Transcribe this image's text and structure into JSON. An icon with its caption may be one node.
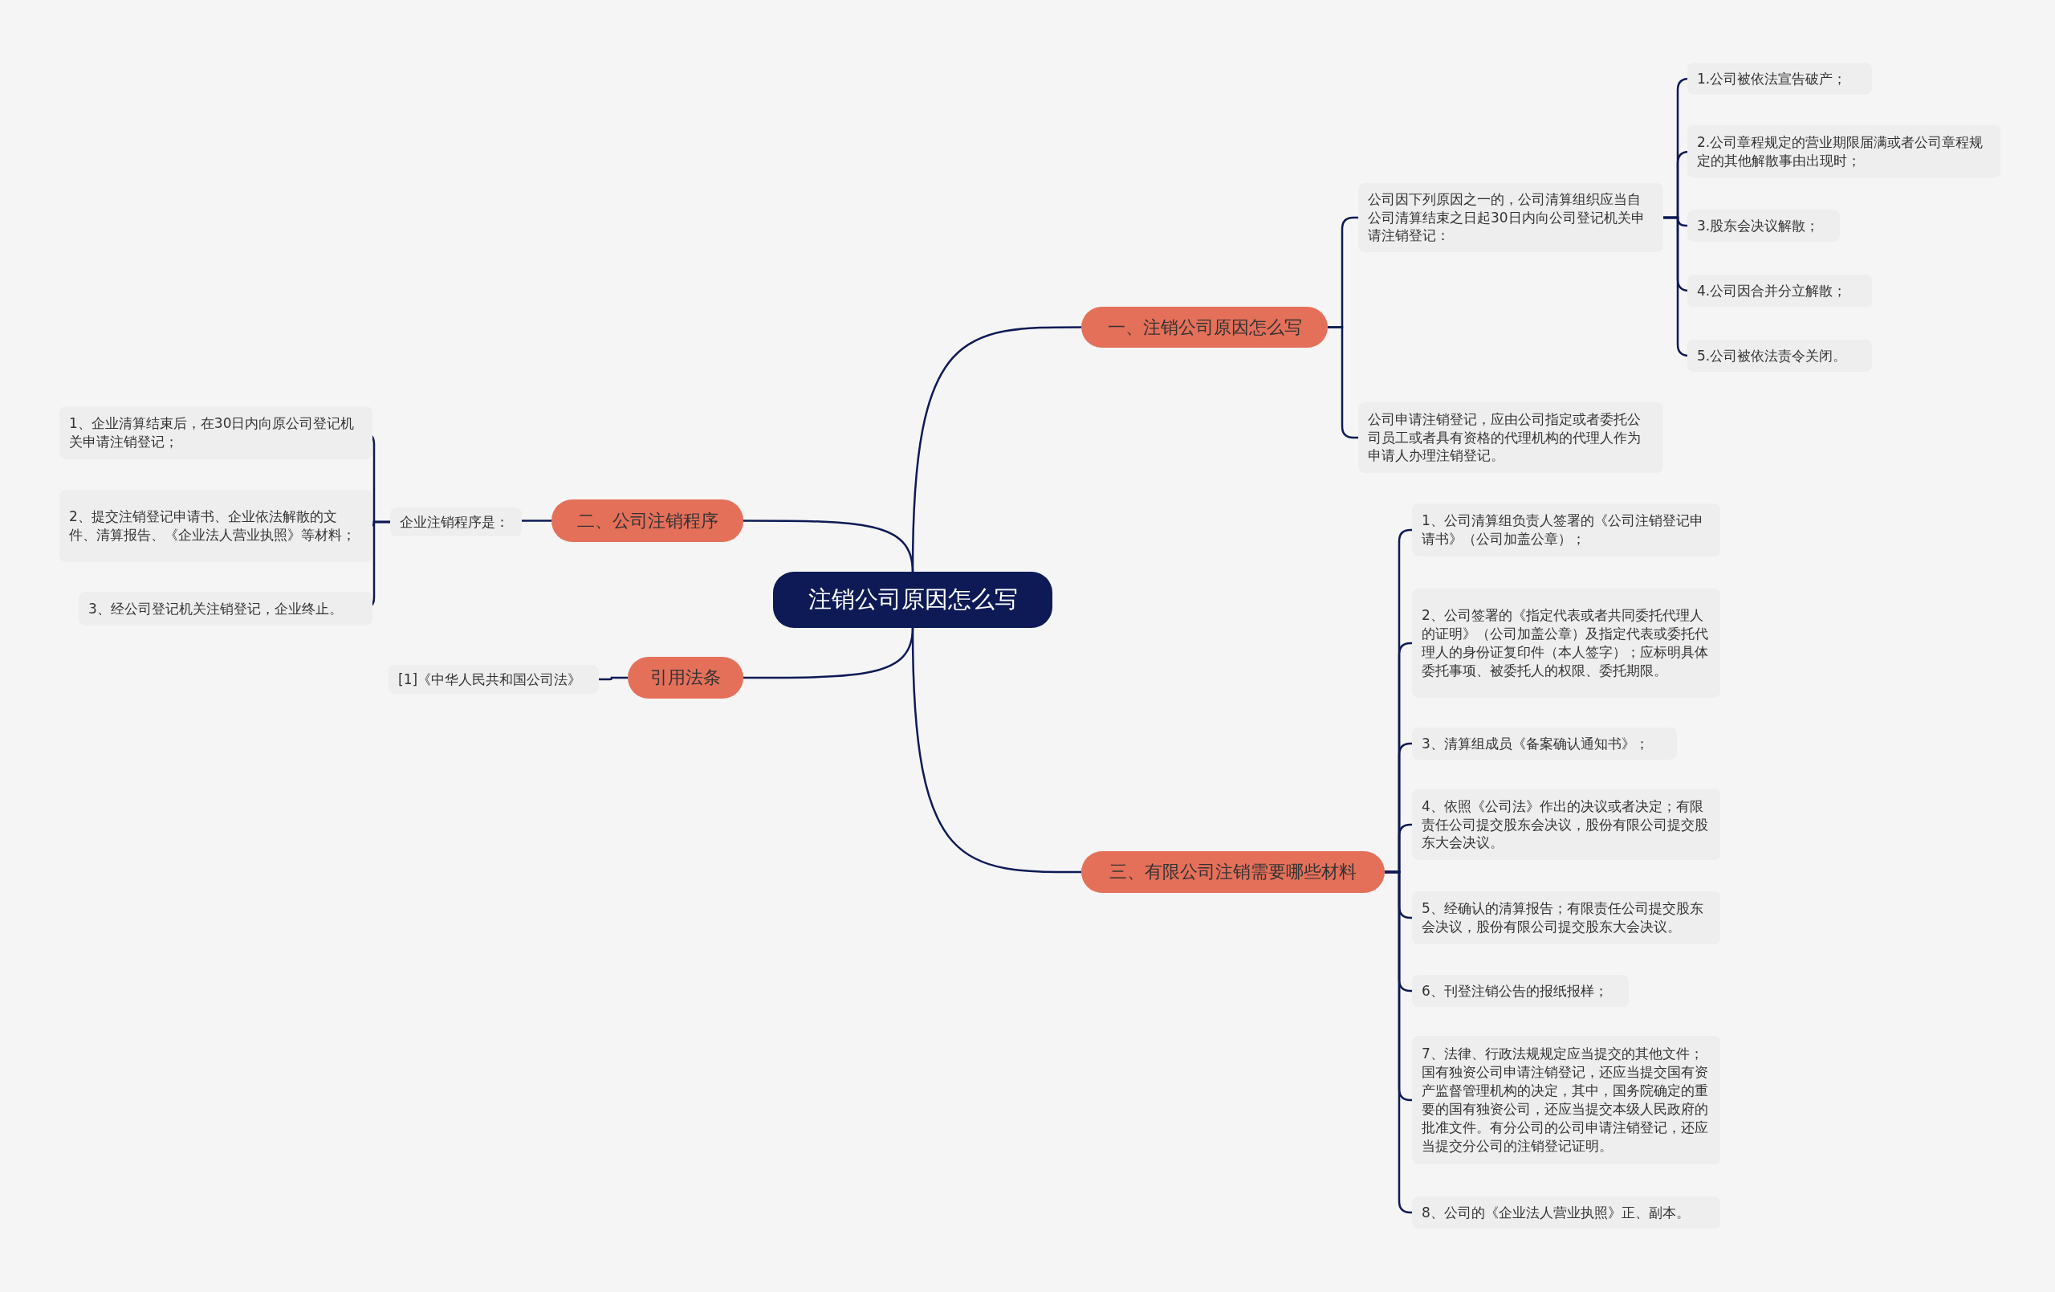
{
  "diagram": {
    "nodes": [
      {
        "text": [
          "注销公司原因怎么写"
        ]
      },
      {
        "text": [
          "一、注销公司原因怎么写"
        ]
      },
      {
        "text": [
          "公司因下列原因之一的，公司清算组织应当自公司清算结束之日起30日内向公司登记机关申请注销登记："
        ]
      },
      {
        "text": [
          "1.公司被依法宣告破产；"
        ]
      },
      {
        "text": [
          "2.公司章程规定的营业期限届满或者公司章程规定的其他解散事由出现时；"
        ]
      },
      {
        "text": [
          "3.股东会决议解散；"
        ]
      },
      {
        "text": [
          "4.公司因合并分立解散；"
        ]
      },
      {
        "text": [
          "5.公司被依法责令关闭。"
        ]
      },
      {
        "text": [
          "公司申请注销登记，应由公司指定或者委托公司员工或者具有资格的代理机构的代理人作为申请人办理注销登记。"
        ]
      },
      {
        "text": [
          "二、公司注销程序"
        ]
      },
      {
        "text": [
          "企业注销程序是："
        ]
      },
      {
        "text": [
          "1、企业清算结束后，在30日内向原公司登记机关申请注销登记；"
        ]
      },
      {
        "text": [
          "2、提交注销登记申请书、企业依法解散的文件、清算报告、《企业法人营业执照》等材料；"
        ]
      },
      {
        "text": [
          "3、经公司登记机关注销登记，企业终止。"
        ]
      },
      {
        "text": [
          "引用法条"
        ]
      },
      {
        "text": [
          "[1]《中华人民共和国公司法》"
        ]
      },
      {
        "text": [
          "三、有限公司注销需要哪些材料"
        ]
      },
      {
        "text": [
          "1、公司清算组负责人签署的《公司注销登记申请书》（公司加盖公章）；"
        ]
      },
      {
        "text": [
          "2、公司签署的《指定代表或者共同委托代理人的证明》（公司加盖公章）及指定代表或委托代理人的身份证复印件（本人签字）；应标明具体委托事项、被委托人的权限、委托期限。"
        ]
      },
      {
        "text": [
          "3、清算组成员《备案确认通知书》；"
        ]
      },
      {
        "text": [
          "4、依照《公司法》作出的决议或者决定；有限责任公司提交股东会决议，股份有限公司提交股东大会决议。"
        ]
      },
      {
        "text": [
          "5、经确认的清算报告；有限责任公司提交股东会决议，股份有限公司提交股东大会决议。"
        ]
      },
      {
        "text": [
          "6、刊登注销公告的报纸报样；"
        ]
      },
      {
        "text": [
          "7、法律、行政法规规定应当提交的其他文件；国有独资公司申请注销登记，还应当提交国有资产监督管理机构的决定，其中，国务院确定的重要的国有独资公司，还应当提交本级人民政府的批准文件。有分公司的公司申请注销登记，还应当提交分公司的注销登记证明。"
        ]
      },
      {
        "text": [
          "8、公司的《企业法人营业执照》正、副本。"
        ]
      }
    ],
    "edges": [
      {
        "from": 0,
        "to": 1,
        "arrow": "none"
      },
      {
        "from": 1,
        "to": 2,
        "arrow": "none"
      },
      {
        "from": 2,
        "to": 3,
        "arrow": "none"
      },
      {
        "from": 2,
        "to": 4,
        "arrow": "none"
      },
      {
        "from": 2,
        "to": 5,
        "arrow": "none"
      },
      {
        "from": 2,
        "to": 6,
        "arrow": "none"
      },
      {
        "from": 2,
        "to": 7,
        "arrow": "none"
      },
      {
        "from": 1,
        "to": 8,
        "arrow": "none"
      },
      {
        "from": 0,
        "to": 9,
        "arrow": "none"
      },
      {
        "from": 9,
        "to": 10,
        "arrow": "none"
      },
      {
        "from": 10,
        "to": 11,
        "arrow": "none"
      },
      {
        "from": 10,
        "to": 12,
        "arrow": "none"
      },
      {
        "from": 10,
        "to": 13,
        "arrow": "none"
      },
      {
        "from": 0,
        "to": 14,
        "arrow": "none"
      },
      {
        "from": 14,
        "to": 15,
        "arrow": "none"
      },
      {
        "from": 0,
        "to": 16,
        "arrow": "none"
      },
      {
        "from": 16,
        "to": 17,
        "arrow": "none"
      },
      {
        "from": 16,
        "to": 18,
        "arrow": "none"
      },
      {
        "from": 16,
        "to": 19,
        "arrow": "none"
      },
      {
        "from": 16,
        "to": 20,
        "arrow": "none"
      },
      {
        "from": 16,
        "to": 21,
        "arrow": "none"
      },
      {
        "from": 16,
        "to": 22,
        "arrow": "none"
      },
      {
        "from": 16,
        "to": 23,
        "arrow": "none"
      },
      {
        "from": 16,
        "to": 24,
        "arrow": "none"
      }
    ]
  }
}
